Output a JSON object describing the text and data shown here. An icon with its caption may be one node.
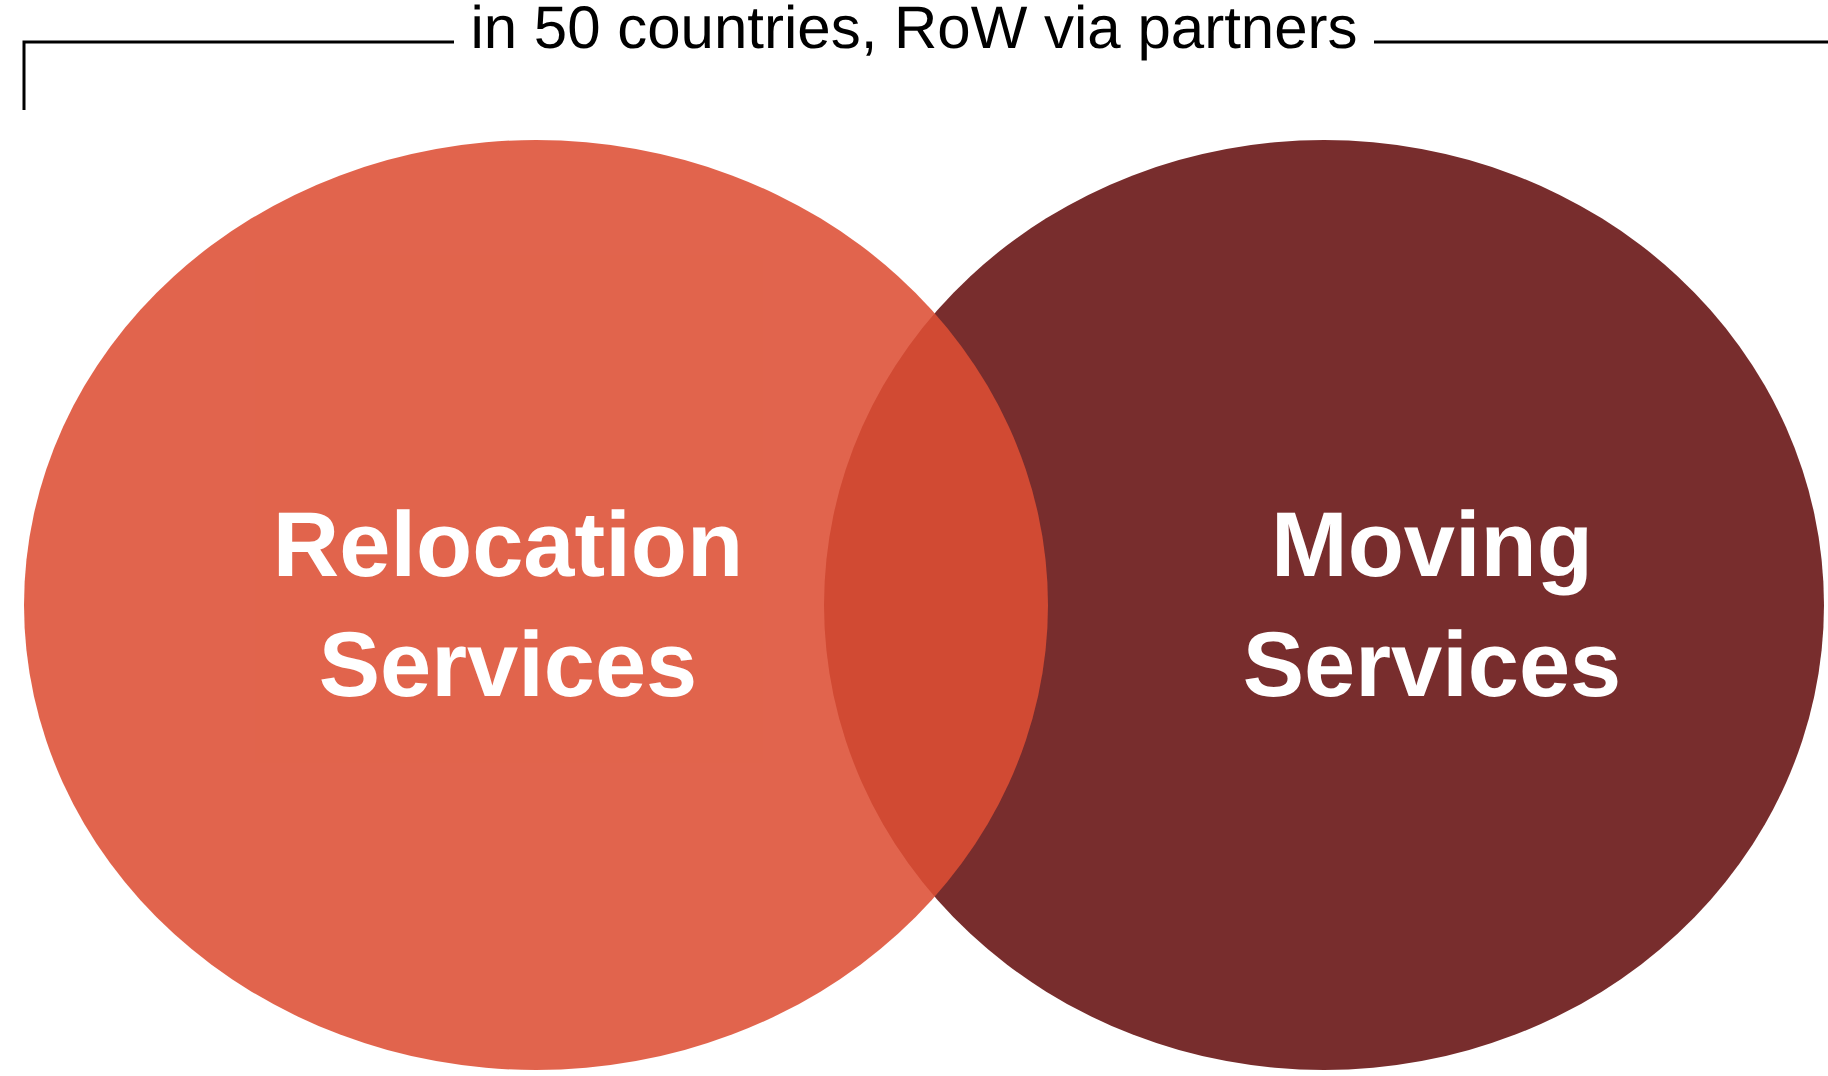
{
  "diagram": {
    "nodes": [
      {
        "text": [
          "Relocation Services"
        ]
      },
      {
        "text": [
          "Moving Services"
        ]
      }
    ],
    "labels": [
      "in 50 countries, RoW via partners"
    ]
  }
}
